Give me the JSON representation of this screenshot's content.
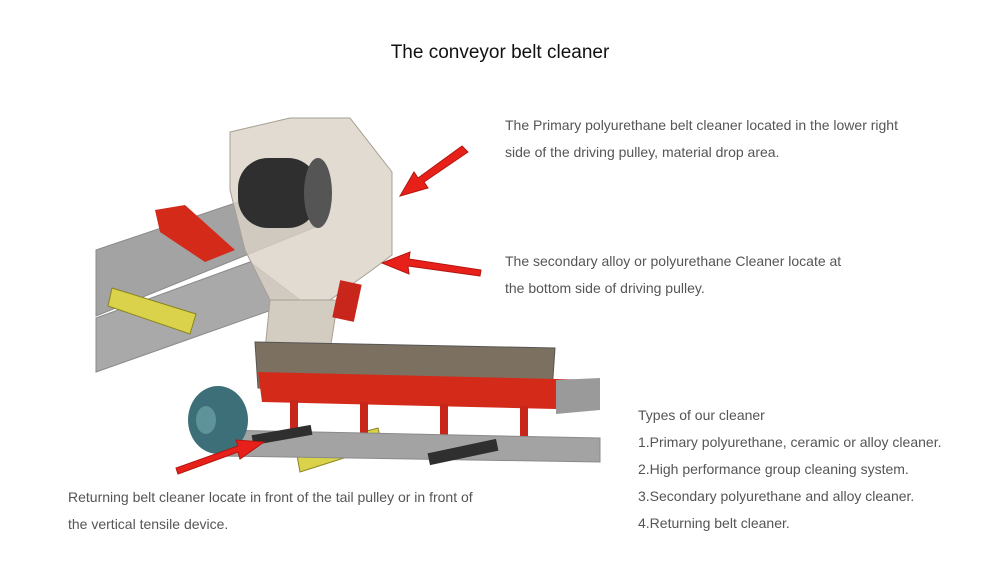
{
  "title": "The conveyor belt cleaner",
  "notes": {
    "primary": [
      "The Primary polyurethane belt cleaner located in the lower right",
      "side of the driving pulley, material drop area."
    ],
    "secondary": [
      "The secondary alloy or polyurethane Cleaner locate at",
      "the bottom side of driving pulley."
    ],
    "returning": [
      "Returning belt cleaner locate in front of the tail pulley or in front of",
      "the vertical tensile device."
    ]
  },
  "types": {
    "heading": "Types of our cleaner",
    "items": [
      "1.Primary polyurethane, ceramic or alloy cleaner.",
      "2.High performance group cleaning system.",
      "3.Secondary polyurethane and alloy cleaner.",
      "4.Returning belt cleaner."
    ]
  },
  "colors": {
    "arrow": "#e8201a",
    "frame": "#d42a1a",
    "belt": "#9a9a9a",
    "hood": "#d9d2c7",
    "pulley": "#2f2f2f",
    "tail_pulley": "#3c6f77",
    "cleaner_yellow": "#d9d24a"
  }
}
